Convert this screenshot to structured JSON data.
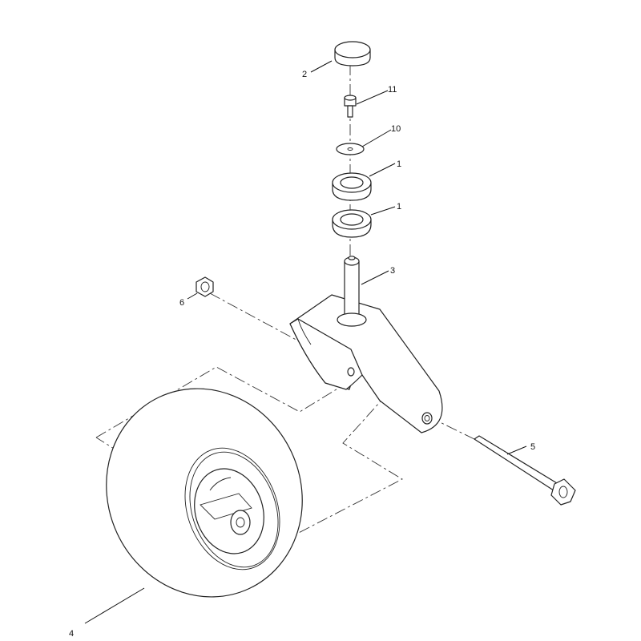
{
  "callouts": [
    {
      "id": "c2",
      "label": "2"
    },
    {
      "id": "c11",
      "label": "11"
    },
    {
      "id": "c10",
      "label": "10"
    },
    {
      "id": "c1a",
      "label": "1"
    },
    {
      "id": "c1b",
      "label": "1"
    },
    {
      "id": "c3",
      "label": "3"
    },
    {
      "id": "c6",
      "label": "6"
    },
    {
      "id": "c5",
      "label": "5"
    },
    {
      "id": "c4",
      "label": "4"
    }
  ]
}
